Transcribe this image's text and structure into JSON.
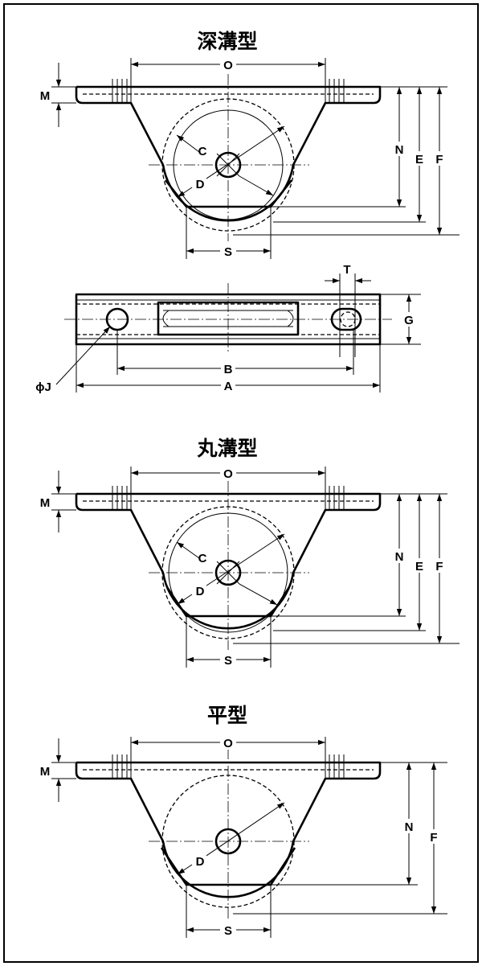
{
  "titles": {
    "deep_groove": "深溝型",
    "round_groove": "丸溝型",
    "flat": "平型"
  },
  "labels": {
    "O": "O",
    "M": "M",
    "C": "C",
    "D": "D",
    "N": "N",
    "E": "E",
    "F": "F",
    "S": "S",
    "T": "T",
    "G": "G",
    "B": "B",
    "A": "A",
    "J": "ϕJ"
  }
}
